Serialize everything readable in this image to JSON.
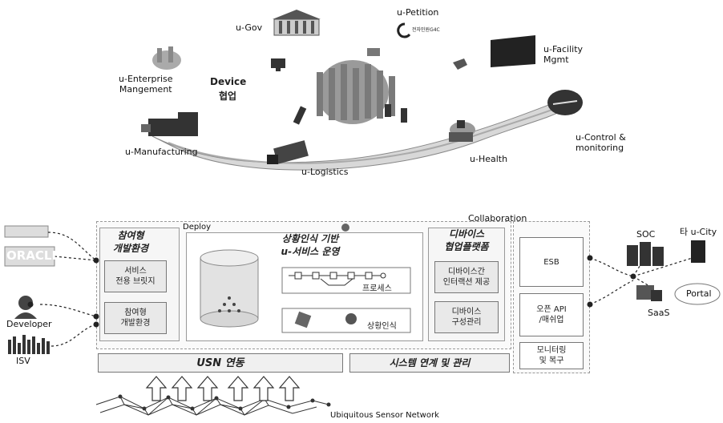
{
  "top": {
    "u_gov": "u-Gov",
    "u_petition": "u-Petition",
    "petition_logo": "전자민원G4C",
    "u_facility": "u-Facility\nMgmt",
    "u_enterprise": "u-Enterprise\nMangement",
    "device": "Device",
    "device_sub": "협업",
    "u_manufacturing": "u-Manufacturing",
    "u_logistics": "u-Logistics",
    "u_health": "u-Health",
    "u_control": "u-Control &\nmonitoring"
  },
  "bottom": {
    "collaboration": "Collaboration",
    "deploy": "Deploy",
    "left_vendor_top": "",
    "oracle": "ORACLE",
    "developer": "Developer",
    "isv": "ISV",
    "panel1_title": "참여형\n개발환경",
    "panel1_box1": "서비스\n전용 브릿지",
    "panel1_box2": "참여형\n개발환경",
    "panel2_title": "상황인식 기반\nu-서비스 운영",
    "process": "프로세스",
    "context": "상황인식",
    "panel3_title": "디바이스\n협업플랫폼",
    "panel3_box1": "디바이스간\n인터랙션 제공",
    "panel3_box2": "디바이스\n구성관리",
    "esb": "ESB",
    "open_api": "오픈 API\n/매쉬업",
    "monitoring": "모니터링\n및 복구",
    "usn": "USN 연동",
    "system": "시스템 연계 및 관리",
    "soc": "SOC",
    "other_city": "타 u-City",
    "saas": "SaaS",
    "portal": "Portal",
    "usn_label": "Ubiquitous Sensor Network"
  }
}
